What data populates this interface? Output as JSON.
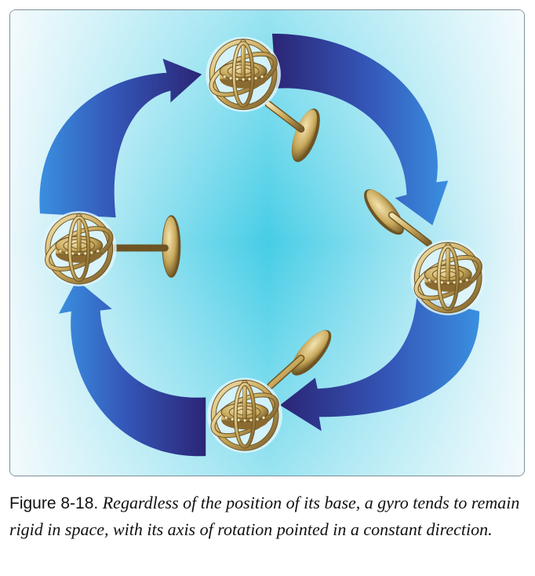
{
  "caption": {
    "label": "Figure 8-18.",
    "text": "Regardless of the position of its base, a gyro tends to remain rigid in space, with its axis of rotation pointed in a constant direction."
  },
  "colors": {
    "background_center": "#46cde6",
    "background_edge": "#eaf7fb",
    "arrow_light": "#3a8fe0",
    "arrow_dark": "#2b2576",
    "gyro_gold": "#c8a85a",
    "gyro_highlight": "#f3e3b0",
    "gyro_shadow": "#6e5424"
  },
  "diagram": {
    "gyros": [
      {
        "name": "gyro-top",
        "base": "right"
      },
      {
        "name": "gyro-right",
        "base": "upper-left"
      },
      {
        "name": "gyro-bottom",
        "base": "upper-right"
      },
      {
        "name": "gyro-left",
        "base": "right"
      }
    ],
    "arrows": [
      {
        "name": "arrow-top-to-right",
        "direction": "clockwise"
      },
      {
        "name": "arrow-right-to-bottom",
        "direction": "clockwise"
      },
      {
        "name": "arrow-bottom-to-left",
        "direction": "clockwise"
      },
      {
        "name": "arrow-left-to-top",
        "direction": "clockwise"
      }
    ]
  }
}
